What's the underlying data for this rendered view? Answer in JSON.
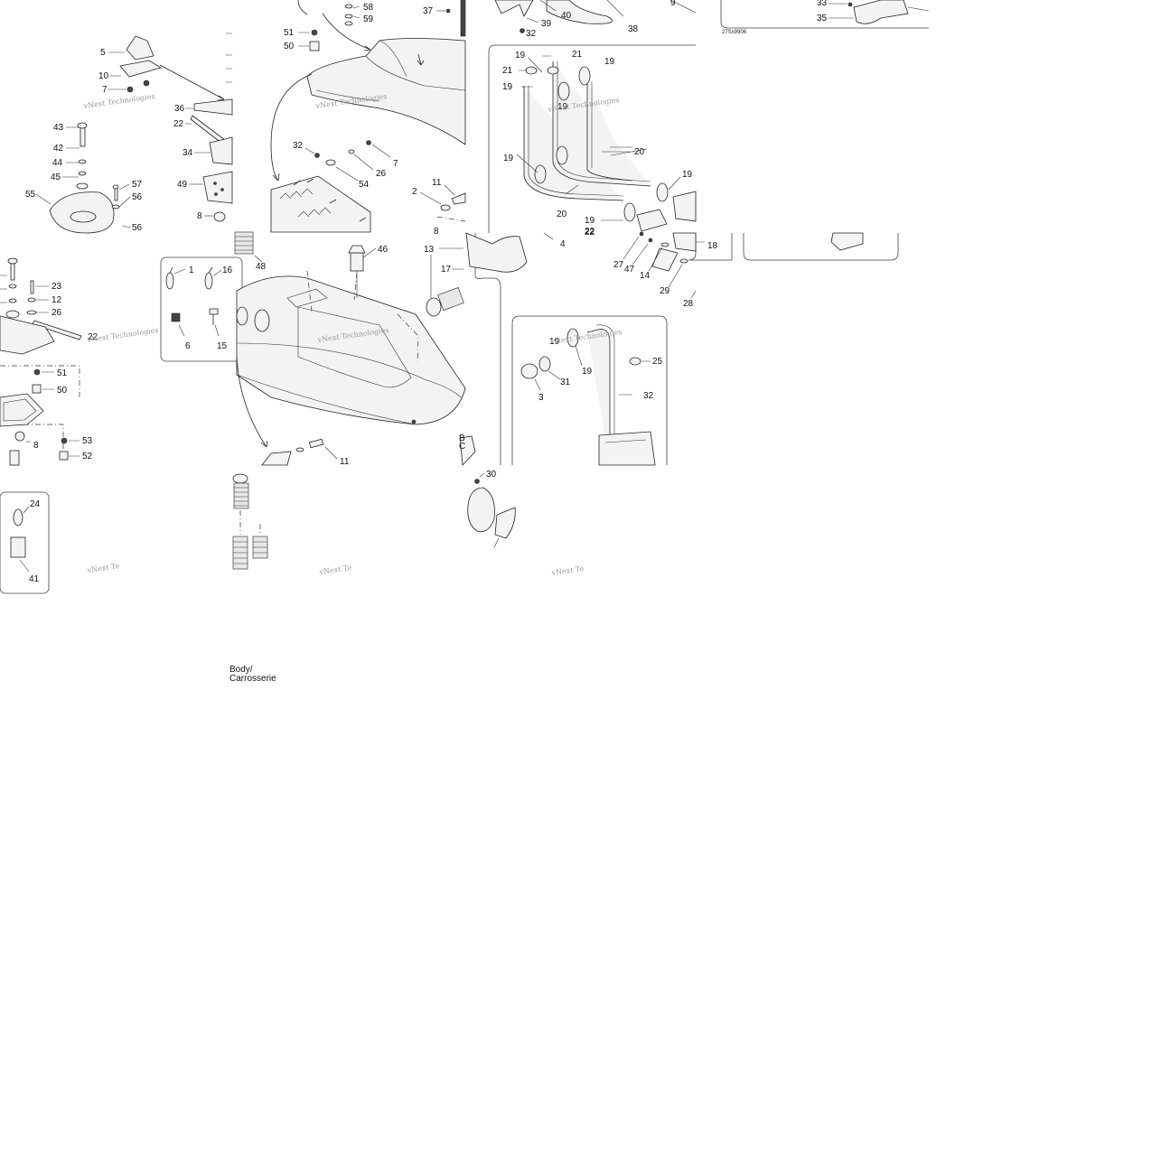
{
  "diagram": {
    "title_line1": "Body/",
    "title_line2": "Carrosserie",
    "drawing_code": "27Sx9906",
    "watermark_line1": "vNext Technologies",
    "watermark_short": "vNext Te",
    "callouts": [
      "5",
      "10",
      "7",
      "43",
      "42",
      "44",
      "45",
      "55",
      "57",
      "56",
      "56",
      "36",
      "22",
      "34",
      "49",
      "8",
      "23",
      "12",
      "26",
      "51",
      "50",
      "53",
      "52",
      "8",
      "22",
      "24",
      "41",
      "51",
      "50",
      "58",
      "59",
      "37",
      "32",
      "26",
      "7",
      "54",
      "2",
      "11",
      "39",
      "40",
      "38",
      "32",
      "9",
      "19",
      "21",
      "21",
      "19",
      "19",
      "19",
      "20",
      "19",
      "19",
      "20",
      "19",
      "4",
      "18",
      "27",
      "47",
      "14",
      "29",
      "28",
      "22",
      "33",
      "35",
      "1",
      "16",
      "48",
      "6",
      "15",
      "46",
      "13",
      "17",
      "11",
      "19",
      "31",
      "3",
      "19",
      "25",
      "32",
      "30"
    ]
  }
}
